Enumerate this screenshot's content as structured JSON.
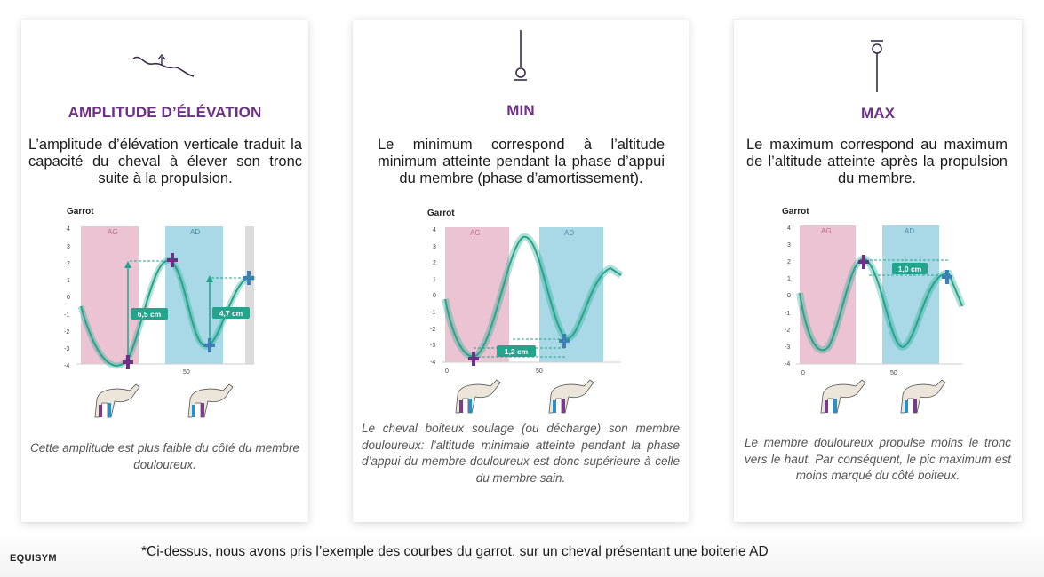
{
  "cards": [
    {
      "title": "AMPLITUDE D’ÉLÉVATION",
      "description": "L’amplitude d’élévation verticale traduit la capacité du cheval à élever son tronc suite à la propulsion.",
      "note": "Cette amplitude est plus faible du côté du membre douloureux.",
      "icon": "rising-curve-icon"
    },
    {
      "title": "MIN",
      "description": "Le minimum correspond à l’altitude minimum atteinte pendant la phase d’appui du membre (phase d’amortissement).",
      "note": "Le cheval boiteux soulage (ou décharge) son membre douloureux: l’altitude minimale atteinte pendant la phase d’appui du membre douloureux est donc supérieure à celle du membre sain.",
      "icon": "min-marker-icon"
    },
    {
      "title": "MAX",
      "description": "Le maximum correspond au maximum de l’altitude atteinte après la propulsion du membre.",
      "note": "Le membre douloureux propulse moins le tronc vers le haut. Par conséquent, le pic maximum est moins marqué du côté boiteux.",
      "icon": "max-marker-icon"
    }
  ],
  "chart_data": [
    {
      "type": "line",
      "title": "Garrot",
      "y_ticks": [
        "4",
        "3",
        "2",
        "1",
        "0",
        "-1",
        "-2",
        "-3",
        "-4"
      ],
      "x_ticks": [
        "50"
      ],
      "ylim": [
        -4,
        4
      ],
      "zones": [
        "AG",
        "AD"
      ],
      "annotations": [
        "6,5 cm",
        "4,7 cm"
      ]
    },
    {
      "type": "line",
      "title": "Garrot",
      "y_ticks": [
        "4",
        "3",
        "2",
        "1",
        "0",
        "-1",
        "-2",
        "-3",
        "-4"
      ],
      "x_ticks": [
        "0",
        "50"
      ],
      "ylim": [
        -4,
        4
      ],
      "zones": [
        "AG",
        "AD"
      ],
      "annotations": [
        "1,2 cm"
      ]
    },
    {
      "type": "line",
      "title": "Garrot",
      "y_ticks": [
        "4",
        "3",
        "2",
        "1",
        "0",
        "-1",
        "-2",
        "-3",
        "-4"
      ],
      "x_ticks": [
        "0",
        "50"
      ],
      "ylim": [
        -4,
        4
      ],
      "zones": [
        "AG",
        "AD"
      ],
      "annotations": [
        "1,0 cm"
      ]
    }
  ],
  "colors": {
    "title": "#6e2f86",
    "curve": "#22a58c",
    "zone_ag": "#ecc3d2",
    "zone_ad": "#a9d9e6",
    "label_box": "#22a58c",
    "cross_purple": "#6e2f86",
    "cross_blue": "#3d7fb7",
    "arrow": "#22a58c"
  },
  "footer": {
    "brand": "EQUISYM",
    "note": "*Ci-dessus, nous avons pris l’exemple des courbes du garrot, sur un cheval présentant une boiterie AD"
  }
}
